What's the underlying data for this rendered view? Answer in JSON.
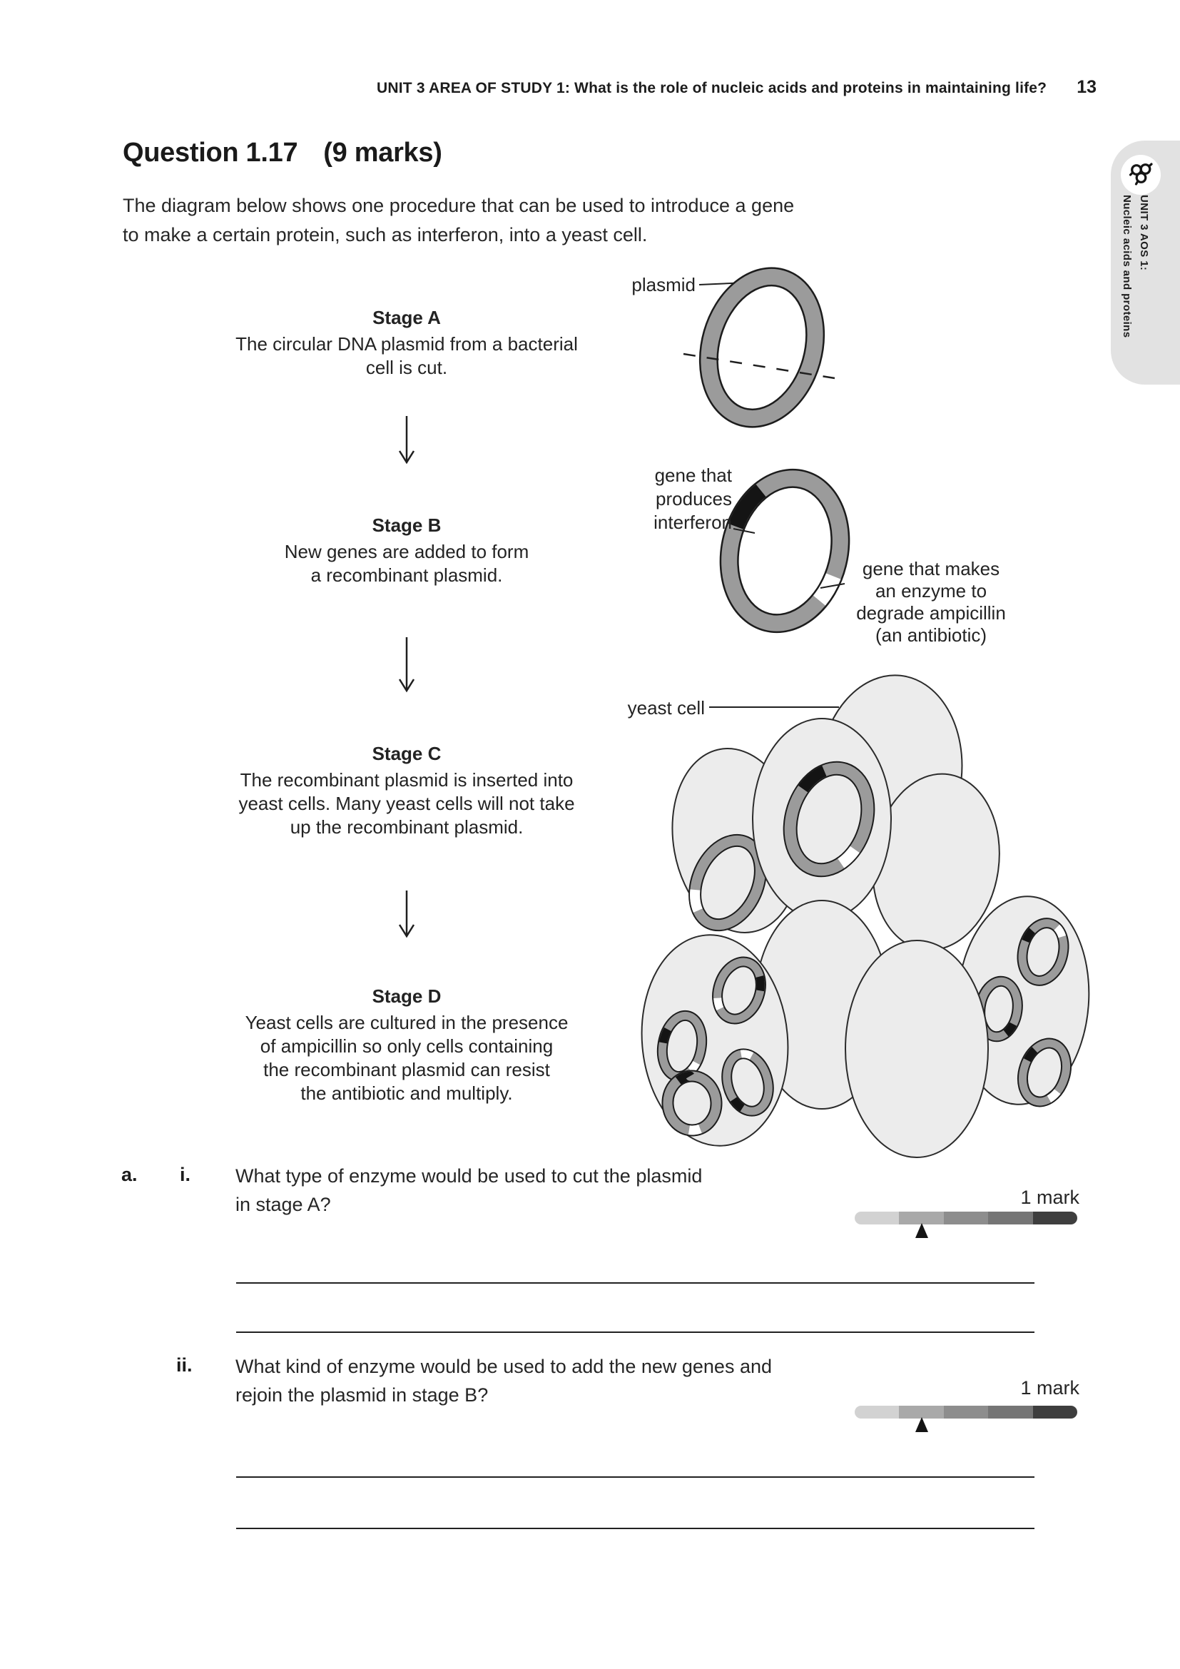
{
  "header": {
    "text": "UNIT 3 AREA OF STUDY 1: What is the role of nucleic acids and proteins in maintaining life?",
    "page_number": "13"
  },
  "side_tab": {
    "icon": "molecule-icon",
    "line1": "UNIT 3 AOS 1:",
    "line2": "Nucleic acids and proteins"
  },
  "question": {
    "number": "Question 1.17",
    "marks": "(9 marks)",
    "intro_line1": "The diagram below shows one procedure that can be used to introduce a gene",
    "intro_line2": "to make a certain protein, such as interferon, into a yeast cell."
  },
  "diagram": {
    "stages": [
      {
        "title": "Stage A",
        "lines": [
          "The circular DNA plasmid from a bacterial",
          "cell is cut."
        ]
      },
      {
        "title": "Stage B",
        "lines": [
          "New genes are added to form",
          "a recombinant plasmid."
        ]
      },
      {
        "title": "Stage C",
        "lines": [
          "The recombinant plasmid is inserted into",
          "yeast cells. Many yeast cells will not take",
          "up the recombinant plasmid."
        ]
      },
      {
        "title": "Stage D",
        "lines": [
          "Yeast cells are cultured in the presence",
          "of ampicillin so only cells containing",
          "the recombinant plasmid can resist",
          "the antibiotic and multiply."
        ]
      }
    ],
    "labels": {
      "plasmid": "plasmid",
      "gene_interferon_1": "gene that",
      "gene_interferon_2": "produces",
      "gene_interferon_3": "interferon",
      "gene_ampicillin_1": "gene that makes",
      "gene_ampicillin_2": "an enzyme to",
      "gene_ampicillin_3": "degrade ampicillin",
      "gene_ampicillin_4": "(an antibiotic)",
      "yeast_cell": "yeast cell"
    }
  },
  "parts": [
    {
      "label": "a.",
      "sub_label": "i.",
      "line1": "What type of enzyme would be used to cut the plasmid",
      "line2": "in stage A?",
      "marks": "1 mark"
    },
    {
      "label": "",
      "sub_label": "ii.",
      "line1": "What kind of enzyme would be used to add the new genes and",
      "line2": "rejoin the plasmid in stage B?",
      "marks": "1 mark"
    }
  ],
  "colors": {
    "ring_gray": "#9b9b9b",
    "ring_outline": "#1c1c1c",
    "cell_fill": "#ececec",
    "cell_outline": "#2b2b2b",
    "tab_bg": "#e2e2e2",
    "difficulty_segments": [
      "#d2d2d2",
      "#a9a9a9",
      "#8d8d8d",
      "#757575",
      "#3e3e3e"
    ]
  }
}
